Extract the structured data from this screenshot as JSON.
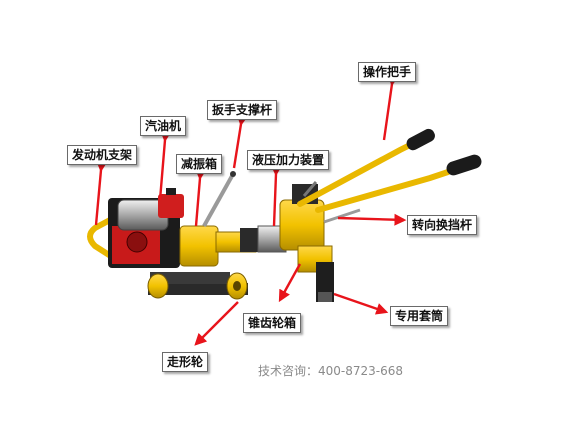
{
  "labels": {
    "engine_frame": "发动机支架",
    "gasoline_engine": "汽油机",
    "damper_box": "减振箱",
    "wrench_support": "扳手支撑杆",
    "hydraulic_device": "液压加力装置",
    "handle": "操作把手",
    "reverse_lever": "转向换挡杆",
    "bevel_gearbox": "锥齿轮箱",
    "socket": "专用套筒",
    "wheel": "走形轮"
  },
  "contact": "技术咨询：400-8723-668",
  "colors": {
    "arrow": "#e8141b",
    "machine_yellow": "#f2c200",
    "engine_red": "#c81a1a",
    "frame_black": "#1e1e1e",
    "metal": "#8c8c8c"
  }
}
